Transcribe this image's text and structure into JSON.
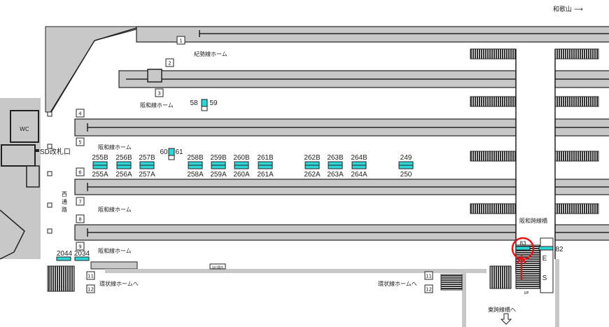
{
  "direction_label": "和歌山 ⟶",
  "platforms": {
    "kisei": "紀勢線ホーム",
    "hanwa_3": "阪和線ホーム",
    "hanwa_5": "阪和線ホーム",
    "hanwa_7": "阪和線ホーム",
    "hanwa_9": "阪和線ホーム",
    "loop_left": "環状線ホームへ",
    "loop_right": "環状線ホームへ"
  },
  "track_numbers": [
    "1",
    "2",
    "3",
    "4",
    "5",
    "6",
    "7",
    "8",
    "9",
    "11",
    "12",
    "11",
    "12"
  ],
  "labels": {
    "wc": "WC",
    "sd_gate": "SD改札口",
    "west_passage": [
      "西",
      "通",
      "路"
    ],
    "hanwa_bridge": "阪和跨線橋",
    "east_bridge": "東跨線橋へ",
    "es": [
      "E",
      "S"
    ],
    "up": "UP",
    "small_sign": "出口案内"
  },
  "elevators": {
    "e58": "58",
    "e59": "59",
    "e60": "60",
    "e61": "61"
  },
  "car_stops": [
    {
      "top": "255B",
      "bottom": "255A"
    },
    {
      "top": "256B",
      "bottom": "256A"
    },
    {
      "top": "257B",
      "bottom": "257A"
    },
    {
      "top": "258B",
      "bottom": "258A"
    },
    {
      "top": "259B",
      "bottom": "259A"
    },
    {
      "top": "260B",
      "bottom": "260A"
    },
    {
      "top": "261B",
      "bottom": "261A"
    },
    {
      "top": "262B",
      "bottom": "262A"
    },
    {
      "top": "263B",
      "bottom": "263A"
    },
    {
      "top": "264B",
      "bottom": "264A"
    },
    {
      "top": "249",
      "bottom": "250"
    }
  ],
  "other_stops": {
    "s2044": "2044",
    "s2034": "2034",
    "s83": "83",
    "s82": "82"
  },
  "colors": {
    "stop": "#2fd6d6",
    "highlight": "#e0161b",
    "track": "#c8c8c8"
  }
}
